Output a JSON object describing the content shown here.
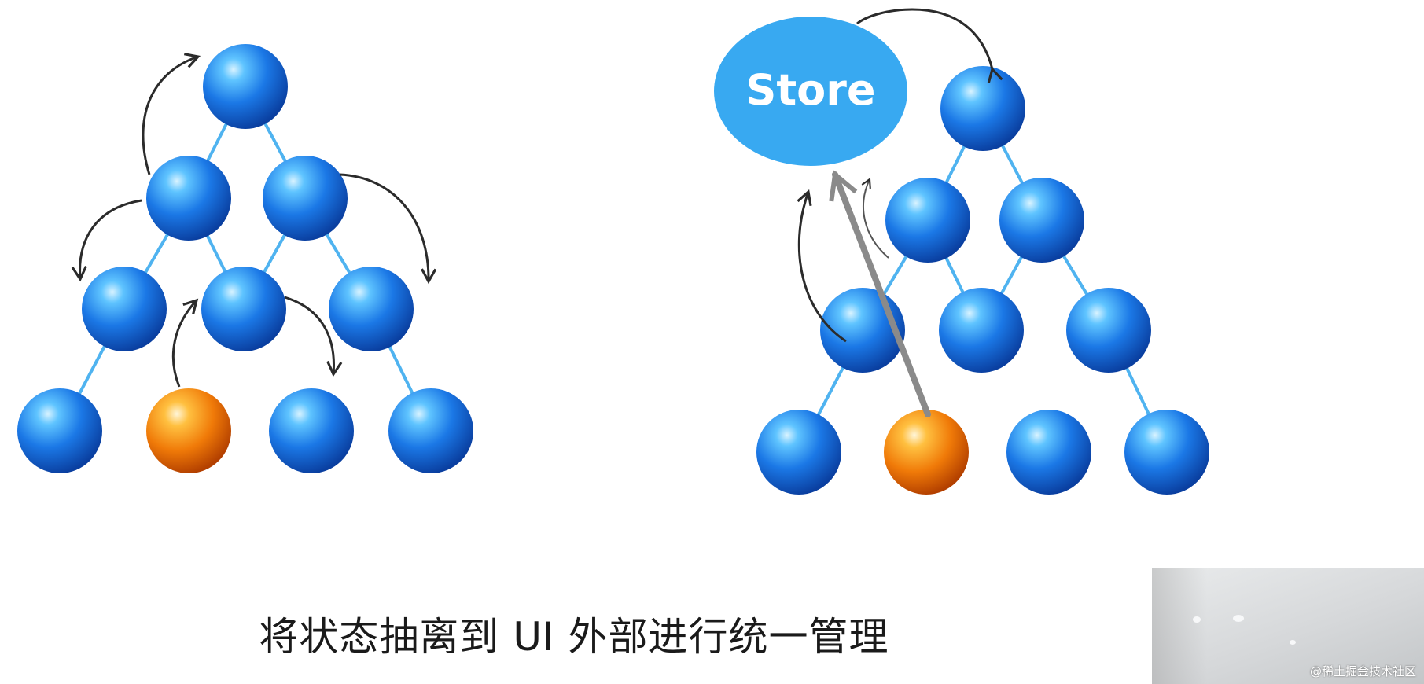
{
  "store_label": "Store",
  "caption": "将状态抽离到 UI 外部进行统一管理",
  "watermark": "@稀土掘金技术社区",
  "colors": {
    "node_blue": "#2f8df0",
    "node_orange": "#f08a10",
    "store_fill": "#38a9f1",
    "edge": "#4fb3f0",
    "arrow": "#2b2b2b",
    "store_arrow": "#8a8a8a"
  }
}
